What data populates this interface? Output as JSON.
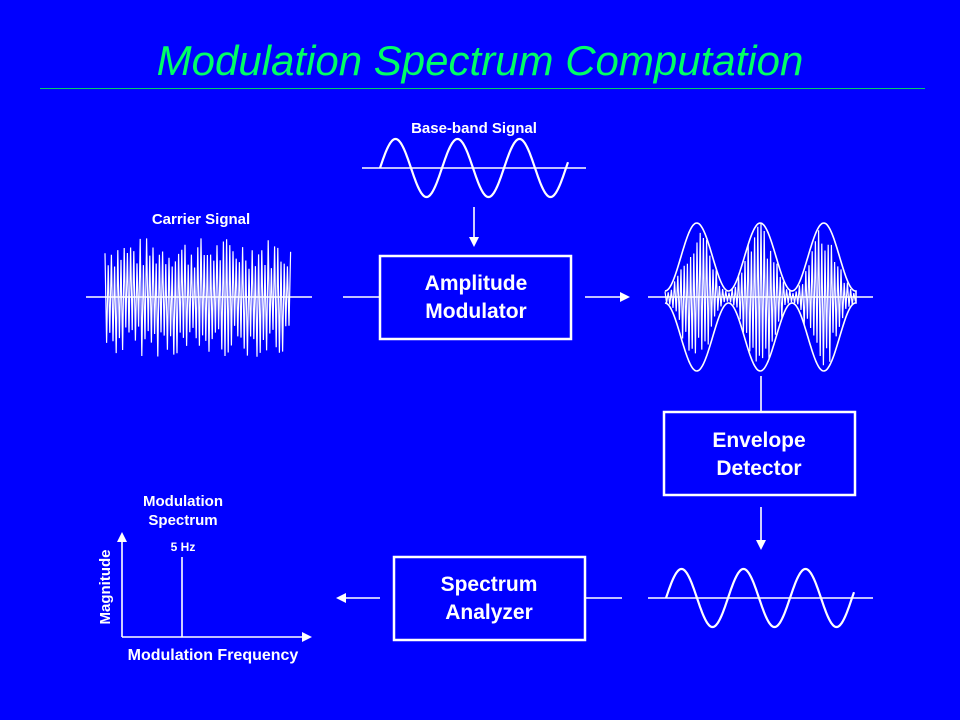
{
  "title": "Modulation Spectrum Computation",
  "labels": {
    "baseband": "Base-band Signal",
    "carrier": "Carrier Signal",
    "amp_line1": "Amplitude",
    "amp_line2": "Modulator",
    "env_line1": "Envelope",
    "env_line2": "Detector",
    "spec_line1": "Spectrum",
    "spec_line2": "Analyzer",
    "mod_spec_line1": "Modulation",
    "mod_spec_line2": "Spectrum",
    "peak": "5 Hz",
    "y_axis": "Magnitude",
    "x_axis": "Modulation Frequency"
  },
  "colors": {
    "background": "#0000ff",
    "title": "#00ff66",
    "foreground": "#ffffff"
  }
}
